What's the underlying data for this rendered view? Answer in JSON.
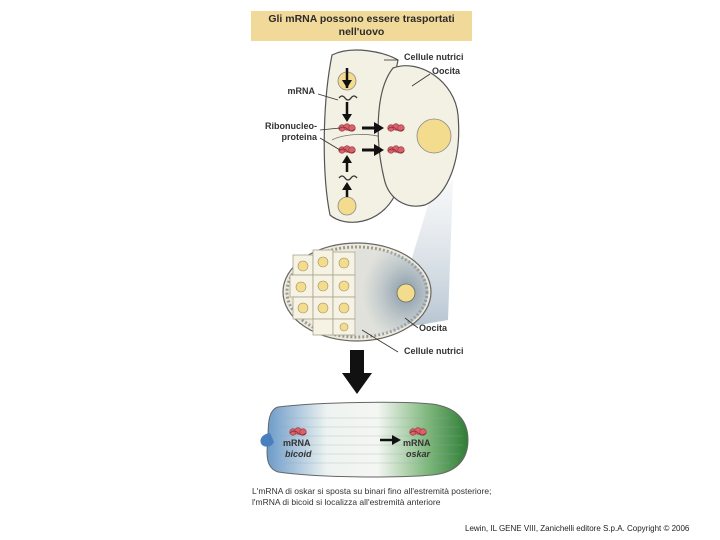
{
  "title": "Gli mRNA possono essere trasportati nell'uovo",
  "labels": {
    "cellule_nutrici_top": "Cellule nutrici",
    "oocita_top": "Oocita",
    "mrna": "mRNA",
    "ribonucleo_1": "Ribonucleo-",
    "ribonucleo_2": "proteina",
    "oocita_bottom": "Oocita",
    "cellule_nutrici_bottom": "Cellule nutrici",
    "bicoid_mrna": "mRNA",
    "bicoid_name": "bicoid",
    "oskar_mrna": "mRNA",
    "oskar_name": "oskar"
  },
  "caption": "L'mRNA di oskar si sposta su binari fino all'estremità posteriore; l'mRNA di bicoid si localizza all'estremità anteriore",
  "credit": "Lewin, IL GENE VIII, Zanichelli editore S.p.A. Copyright © 2006",
  "colors": {
    "title_bg": "#f1d99a",
    "cell_fill": "#f3f0e4",
    "nucleus": "#f4dc8e",
    "rnp_red": "#d9616b",
    "shading_blue": "#3b6f9a",
    "egg_green": "#3c8a3f"
  }
}
